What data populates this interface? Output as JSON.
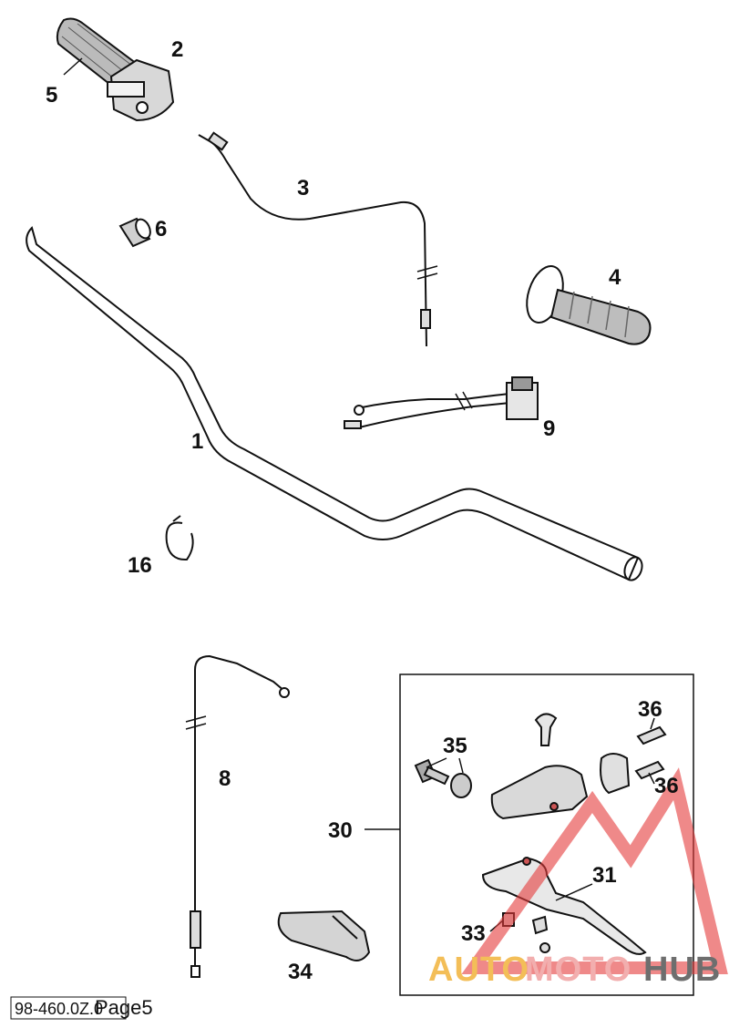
{
  "diagram": {
    "reference_code": "98-460.0Z.0",
    "page_label": "Page5",
    "watermark": {
      "part1": "AUTO",
      "part2": "MOTO",
      "part3": "HUB",
      "color1": "#f2b33b",
      "color2": "#f0a0a0",
      "color3": "#555555"
    },
    "callouts": [
      {
        "id": "c1",
        "label": "1"
      },
      {
        "id": "c2",
        "label": "2"
      },
      {
        "id": "c3",
        "label": "3"
      },
      {
        "id": "c4",
        "label": "4"
      },
      {
        "id": "c5",
        "label": "5"
      },
      {
        "id": "c6",
        "label": "6"
      },
      {
        "id": "c8",
        "label": "8"
      },
      {
        "id": "c9",
        "label": "9"
      },
      {
        "id": "c16",
        "label": "16"
      },
      {
        "id": "c30",
        "label": "30"
      },
      {
        "id": "c31",
        "label": "31"
      },
      {
        "id": "c33",
        "label": "33"
      },
      {
        "id": "c34",
        "label": "34"
      },
      {
        "id": "c35",
        "label": "35"
      },
      {
        "id": "c36a",
        "label": "36"
      },
      {
        "id": "c36b",
        "label": "36"
      }
    ]
  }
}
